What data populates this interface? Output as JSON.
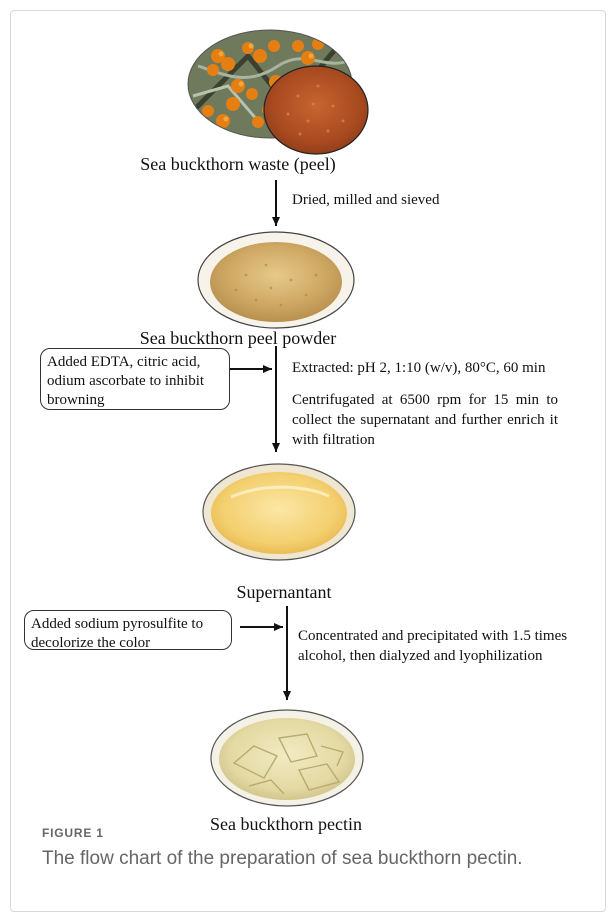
{
  "stages": {
    "waste": "Sea buckthorn waste (peel)",
    "powder": "Sea buckthorn peel powder",
    "supernatant": "Supernantant",
    "pectin": "Sea buckthorn pectin"
  },
  "steps": {
    "dry": "Dried, milled and sieved",
    "extract": "Extracted: pH 2, 1:10 (w/v), 80°C, 60 min",
    "centrifuge": "Centrifugated at 6500 rpm for 15 min to collect the supernatant and further enrich it with filtration",
    "concentrate": "Concentrated and precipitated with 1.5 times alcohol, then dialyzed and lyophilization"
  },
  "side_notes": {
    "edta": "Added EDTA, citric acid, odium ascorbate to inhibit browning",
    "pyrosulfite": "Added sodium pyrosulfite to decolorize the color"
  },
  "caption": {
    "label": "FIGURE 1",
    "text": "The flow chart of the preparation of sea buckthorn pectin."
  }
}
